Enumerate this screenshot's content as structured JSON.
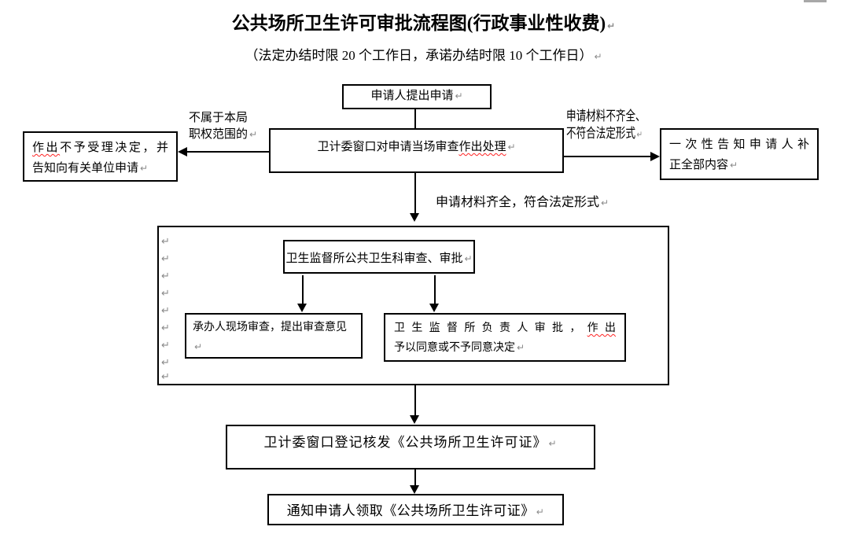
{
  "glyphs": {
    "paragraph_mark": "↵"
  },
  "colors": {
    "text": "#000000",
    "line": "#000000",
    "paragraph_mark": "#8a8a8a",
    "spellcheck_underline": "#ff2222",
    "top_fragment": "#a8a8a8"
  },
  "header": {
    "title": "公共场所卫生许可审批流程图(行政事业性收费)",
    "subtitle": "（法定办结时限 20 个工作日，承诺办结时限 10 个工作日）"
  },
  "flow": {
    "apply": {
      "label": "申请人提出申请"
    },
    "window_review": {
      "label_main": "卫计委窗口对申请当场审查",
      "label_flagged": "作出处理"
    },
    "not_jurisdiction_label": {
      "line1": "不属于本局",
      "line2": "职权范围的"
    },
    "reject": {
      "line1_flagged": "作出",
      "line1_rest": "不予受理决定，并",
      "line2": "告知向有关单位申请"
    },
    "incomplete_label": {
      "line1": "申请材料不齐全、",
      "line2": "不符合法定形式"
    },
    "supplement": {
      "line1": "一次性告知申请人补",
      "line2": "正全部内容"
    },
    "complete_label": "申请材料齐全，符合法定形式",
    "review_section": {
      "dept_review": {
        "label": "卫生监督所公共卫生科审查、审批"
      },
      "site_review": {
        "label": "承办人现场审查，提出审查意见"
      },
      "leader_approval": {
        "line1_main": "卫生监督所负责人审批，",
        "line1_flagged": "作出",
        "line2": "予以同意或不予同意决定"
      }
    },
    "issue": {
      "label": "卫计委窗口登记核发《公共场所卫生许可证》"
    },
    "notify": {
      "label": "通知申请人领取《公共场所卫生许可证》"
    }
  }
}
